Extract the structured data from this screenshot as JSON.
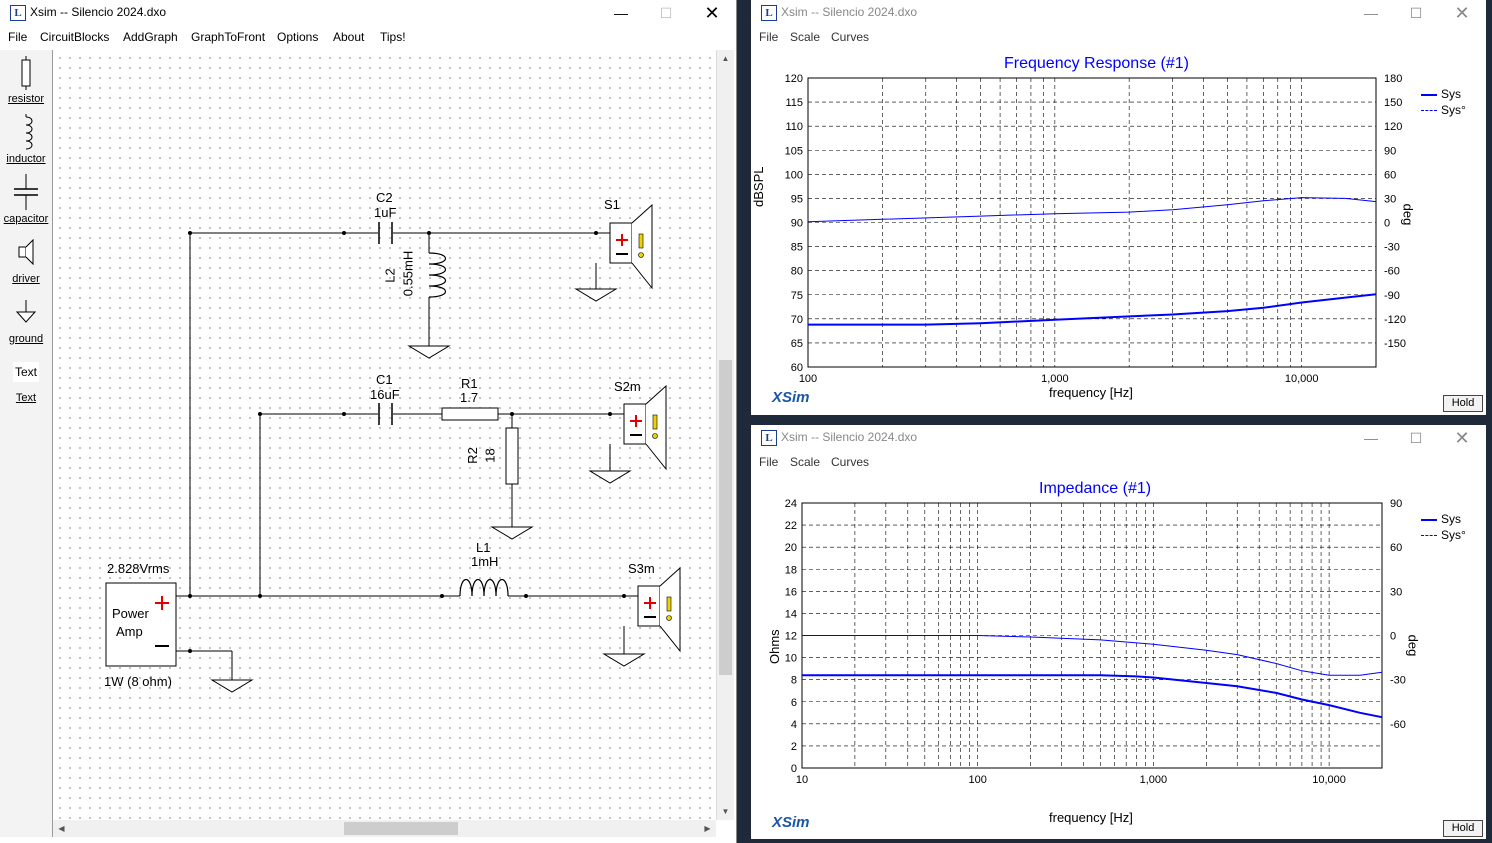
{
  "main_window": {
    "title": "Xsim -- Silencio 2024.dxo",
    "menu": [
      "File",
      "CircuitBlocks",
      "AddGraph",
      "GraphToFront",
      "Options",
      "About",
      "Tips!"
    ],
    "toolbox": [
      "resistor",
      "inductor",
      "capacitor",
      "driver",
      "ground",
      "Text"
    ],
    "text_tool_preview": "Text",
    "circuit": {
      "amp": {
        "voltage": "2.828Vrms",
        "name_line1": "Power",
        "name_line2": "Amp",
        "power": "1W (8 ohm)"
      },
      "parts": {
        "C2": {
          "name": "C2",
          "value": "1uF"
        },
        "L2": {
          "name": "L2",
          "value": "0.55mH"
        },
        "C1": {
          "name": "C1",
          "value": "16uF"
        },
        "R1": {
          "name": "R1",
          "value": "1.7"
        },
        "R2": {
          "name": "R2",
          "value": "18"
        },
        "L1": {
          "name": "L1",
          "value": "1mH"
        }
      },
      "drivers": [
        "S1",
        "S2m",
        "S3m"
      ]
    }
  },
  "freq_window": {
    "title": "Xsim -- Silencio 2024.dxo",
    "menu": [
      "File",
      "Scale",
      "Curves"
    ],
    "hold_label": "Hold",
    "brand": "XSim"
  },
  "imp_window": {
    "title": "Xsim -- Silencio 2024.dxo",
    "menu": [
      "File",
      "Scale",
      "Curves"
    ],
    "hold_label": "Hold",
    "brand": "XSim"
  },
  "chart_data": [
    {
      "type": "line",
      "title": "Frequency Response (#1)",
      "xlabel": "frequency [Hz]",
      "ylabel": "dBSPL",
      "y2label": "deg",
      "xscale": "log",
      "xlim": [
        100,
        20000
      ],
      "ylim": [
        60,
        120
      ],
      "y2lim": [
        -180,
        180
      ],
      "x_tick_labels": [
        "100",
        "1,000",
        "10,000"
      ],
      "y_ticks": [
        "120",
        "115",
        "110",
        "105",
        "100",
        "95",
        "90",
        "85",
        "80",
        "75",
        "70",
        "65",
        "60"
      ],
      "y2_ticks": [
        "180",
        "150",
        "120",
        "90",
        "60",
        "30",
        "0",
        "-30",
        "-60",
        "-90",
        "-120",
        "-150"
      ],
      "series": [
        {
          "name": "Sys",
          "axis": "left",
          "style": "solid-thick",
          "color": "#0000ff",
          "x": [
            100,
            200,
            300,
            500,
            1000,
            2000,
            3000,
            5000,
            7000,
            10000,
            15000,
            20000
          ],
          "y": [
            68.8,
            68.8,
            68.8,
            69.1,
            69.8,
            70.5,
            70.9,
            71.6,
            72.3,
            73.4,
            74.4,
            75.1
          ]
        },
        {
          "name": "Sys°",
          "axis": "right",
          "style": "solid-thin",
          "color": "#0000ff",
          "x": [
            100,
            200,
            500,
            1000,
            2000,
            3000,
            5000,
            7000,
            10000,
            15000,
            20000
          ],
          "y": [
            1,
            4,
            8,
            11,
            13,
            16,
            22,
            27,
            31,
            30,
            26
          ]
        }
      ],
      "legend": [
        "Sys",
        "Sys°"
      ],
      "legend_position": "top-right",
      "grid": true
    },
    {
      "type": "line",
      "title": "Impedance (#1)",
      "xlabel": "frequency [Hz]",
      "ylabel": "Ohms",
      "y2label": "deg",
      "xscale": "log",
      "xlim": [
        10,
        20000
      ],
      "ylim": [
        0,
        24
      ],
      "y2lim": [
        -90,
        90
      ],
      "x_tick_labels": [
        "10",
        "100",
        "1,000",
        "10,000"
      ],
      "y_ticks": [
        "24",
        "22",
        "20",
        "18",
        "16",
        "14",
        "12",
        "10",
        "8",
        "6",
        "4",
        "2",
        "0"
      ],
      "y2_ticks": [
        "90",
        "60",
        "30",
        "0",
        "-30",
        "-60"
      ],
      "series": [
        {
          "name": "Sys",
          "axis": "left",
          "style": "solid-thick",
          "color": "#0000ff",
          "x": [
            10,
            100,
            300,
            500,
            800,
            1000,
            2000,
            3000,
            5000,
            7000,
            10000,
            15000,
            20000
          ],
          "y": [
            8.4,
            8.4,
            8.4,
            8.4,
            8.3,
            8.2,
            7.7,
            7.4,
            6.8,
            6.2,
            5.7,
            5.0,
            4.6
          ]
        },
        {
          "name": "Sys°",
          "axis": "right",
          "style": "solid-thin",
          "color": "#0000ff",
          "x": [
            10,
            100,
            200,
            500,
            1000,
            2000,
            3000,
            5000,
            7000,
            10000,
            15000,
            20000
          ],
          "y": [
            0,
            0,
            -1,
            -3,
            -6,
            -10,
            -13,
            -19,
            -24,
            -27,
            -27,
            -25
          ]
        }
      ],
      "legend": [
        "Sys",
        "Sys°"
      ],
      "legend_position": "top-right",
      "grid": true
    }
  ]
}
